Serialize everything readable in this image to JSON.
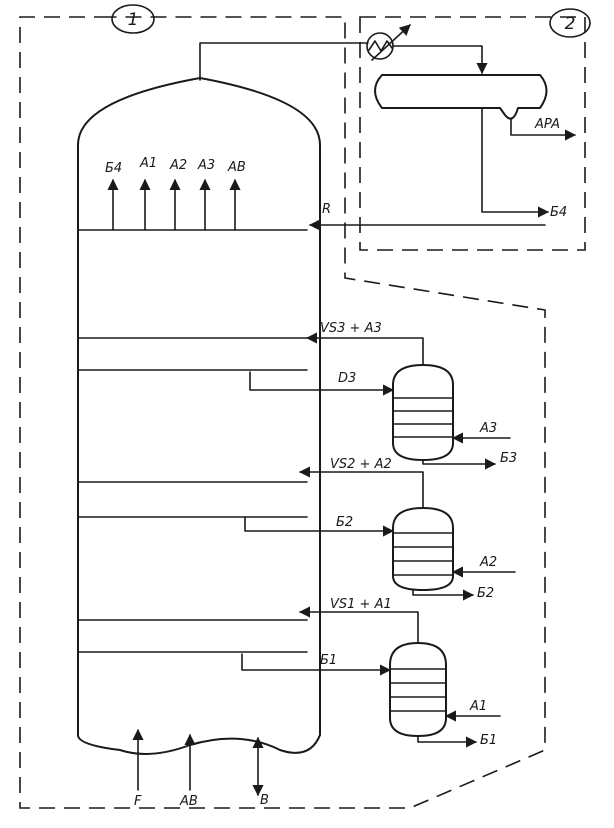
{
  "zones": {
    "zone1": "1",
    "zone2": "2"
  },
  "column": {
    "top_streams": [
      "Б4",
      "A1",
      "A2",
      "A3",
      "AB"
    ],
    "reflux": "R",
    "feeds": {
      "f": "F",
      "ab": "AB"
    },
    "bottom": "B"
  },
  "condenser": {
    "apa": "APA",
    "distillate": "Б4"
  },
  "strippers": [
    {
      "vapor": "VS3 + A3",
      "draw": "D3",
      "steam": "A3",
      "product": "Б3"
    },
    {
      "vapor": "VS2 + A2",
      "draw": "Б2",
      "steam": "A2",
      "product": "Б2"
    },
    {
      "vapor": "VS1 + A1",
      "draw": "Б1",
      "steam": "A1",
      "product": "Б1"
    }
  ]
}
